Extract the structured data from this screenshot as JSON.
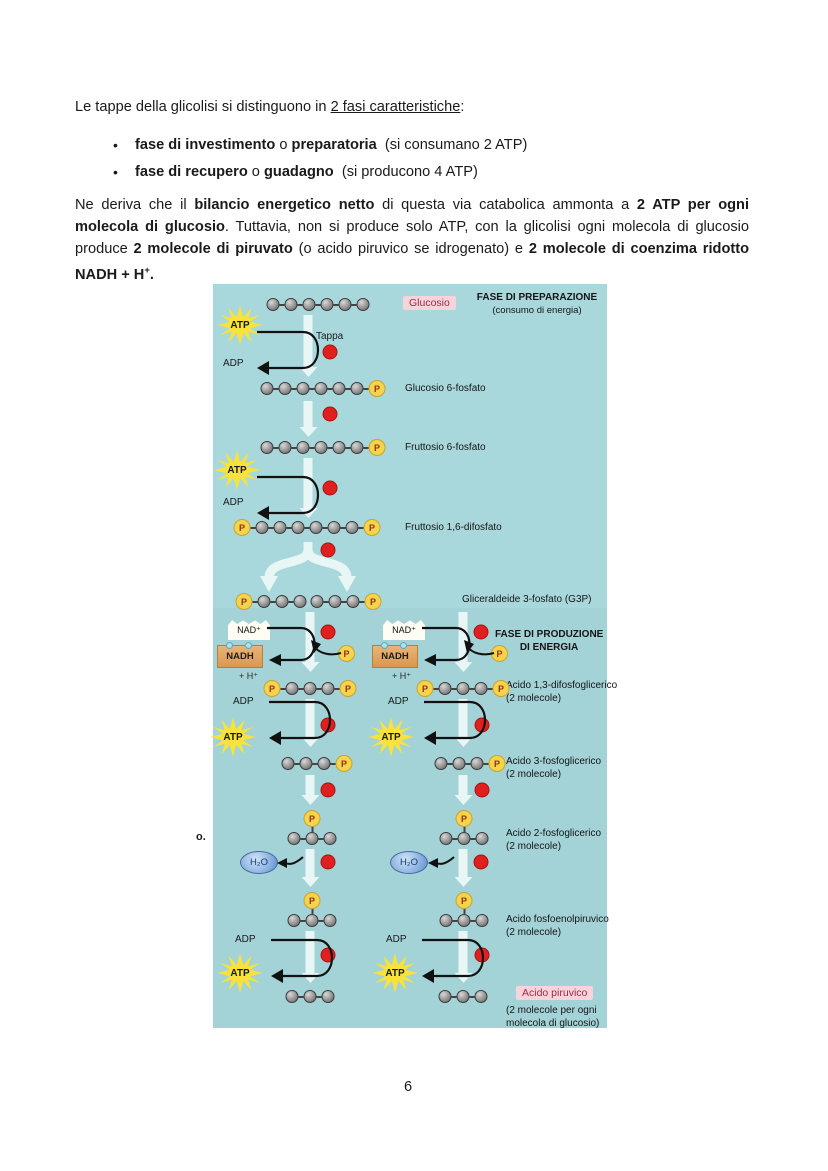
{
  "text": {
    "intro": {
      "seg1": "Le tappe della glicolisi si distinguono in ",
      "seg2": "2 fasi caratteristiche",
      "seg3": ":"
    },
    "bullets": [
      {
        "glyph": "•",
        "b1": "fase di investimento",
        "mid": " o ",
        "b2": "preparatoria",
        "rest": "  (si consumano 2 ATP)"
      },
      {
        "glyph": "•",
        "b1": "fase di recupero",
        "mid": " o ",
        "b2": "guadagno",
        "rest": "  (si producono 4 ATP)"
      }
    ],
    "paragraph": {
      "s1": "Ne deriva che il ",
      "s2": "bilancio energetico netto",
      "s3": " di questa via catabolica ammonta a ",
      "s4": "2 ATP per ogni molecola di glucosio",
      "s5": ". Tuttavia, non si produce solo ATP, con la glicolisi ogni molecola di glucosio produce ",
      "s6": "2 molecole di piruvato",
      "s7": " (o acido piruvico se idrogenato) e ",
      "s8": "2 molecole di coenzima ridotto NADH + H",
      "s9": "+",
      "s10": "."
    },
    "margin_fragment": "o.",
    "page_number": "6"
  },
  "diagram": {
    "phase1": {
      "title": "FASE DI PREPARAZIONE",
      "subtitle": "(consumo di energia)"
    },
    "phase2": {
      "title_line1": "FASE DI PRODUZIONE",
      "title_line2": "DI  ENERGIA"
    },
    "step_label": "Tappa",
    "tokens": {
      "atp": "ATP",
      "adp": "ADP",
      "nad": "NAD⁺",
      "nadh": "NADH",
      "h_plus": "+ H⁺",
      "h2o": "H₂O",
      "p": "P"
    },
    "labels": {
      "glucosio": "Glucosio",
      "glucosio_6_fosfato": "Glucosio 6-fosfato",
      "fruttosio_6_fosfato": "Fruttosio 6-fosfato",
      "fruttosio_16_difosfato": "Fruttosio 1,6-difosfato",
      "g3p": "Gliceraldeide 3-fosfato (G3P)",
      "acido_13_difosfoglicerico": "Acido 1,3-difosfoglicerico",
      "acido_3_fosfoglicerico": "Acido 3-fosfoglicerico",
      "acido_2_fosfoglicerico": "Acido 2-fosfoglicerico",
      "acido_fosfoenolpiruvico": "Acido fosfoenolpiruvico",
      "acido_piruvico": "Acido piruvico",
      "due_molecole": "(2 molecole)",
      "piruvico_note1": "(2 molecole per ogni",
      "piruvico_note2": "molecola di glucosio)"
    },
    "colors": {
      "background": "#a9d8dc",
      "red_dot": "#e01f1f",
      "p_node": "#f3d54d",
      "atp_star": "#f8e23b",
      "nadh_box": "#e2a768",
      "pink_label_bg": "#f7d4dc",
      "pink_label_text": "#9c2b45"
    }
  }
}
